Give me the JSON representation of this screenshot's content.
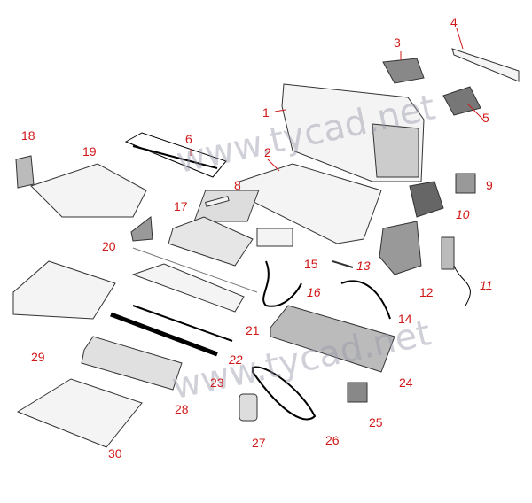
{
  "watermark": [
    "www.tycad.net",
    "www.tycad.net"
  ],
  "label_color": "#d01818",
  "callouts": [
    "1",
    "2",
    "3",
    "4",
    "5",
    "6",
    "8",
    "9",
    "10",
    "11",
    "12",
    "13",
    "14",
    "15",
    "16",
    "17",
    "18",
    "19",
    "20",
    "21",
    "22",
    "23",
    "24",
    "25",
    "26",
    "27",
    "28",
    "29",
    "30"
  ]
}
